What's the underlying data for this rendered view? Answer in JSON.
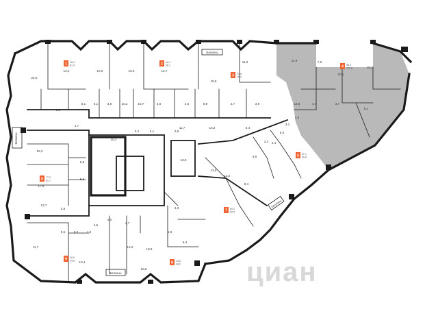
{
  "balcony_label": "Балконы",
  "room_areas": [
    "22,0",
    "12,2",
    "10,0",
    "10,0",
    "12,7",
    "18,6",
    "11,9",
    "11,9",
    "7,9",
    "20,1",
    "18,3",
    "3,6",
    "5,1",
    "6,1",
    "3,8",
    "10,2",
    "15,7",
    "3,6",
    "4,5",
    "6,9",
    "2,7",
    "3,9",
    "1,7",
    "3,2",
    "2,1",
    "2,9",
    "11,7",
    "15,2",
    "6,4",
    "14,8",
    "4,7",
    "3,7",
    "6,1",
    "15,3",
    "17,8",
    "13,7",
    "10,2",
    "6,6",
    "5,2",
    "10,9",
    "13,6",
    "12,2",
    "8,4",
    "11,7",
    "10,1",
    "14,2",
    "19,9",
    "16,8",
    "3,8",
    "4,5",
    "4,3",
    "5,8",
    "5,3",
    "3,6",
    "3,1",
    "2,6",
    "5,0",
    "4,4",
    "2,4",
    "8,5",
    "6,2",
    "1,8",
    "2,0",
    "4,7"
  ],
  "units": [
    {
      "num": "1",
      "line1": "78,4",
      "line2": "81,9"
    },
    {
      "num": "2",
      "line1": "54,7",
      "line2": "58,1"
    },
    {
      "num": "3",
      "line1": "71,6",
      "line2": "75,2"
    },
    {
      "num": "4",
      "line1": "96,3",
      "line2": "101,8"
    },
    {
      "num": "5",
      "line1": "57,1",
      "line2": "60,8"
    },
    {
      "num": "6",
      "line1": "77,2",
      "line2": "81,1"
    },
    {
      "num": "7",
      "line1": "60,2",
      "line2": "62,5"
    },
    {
      "num": "8",
      "line1": "44,6",
      "line2": "48,0"
    },
    {
      "num": "9",
      "line1": "59,9",
      "line2": "64,8"
    }
  ],
  "watermark": "циан"
}
